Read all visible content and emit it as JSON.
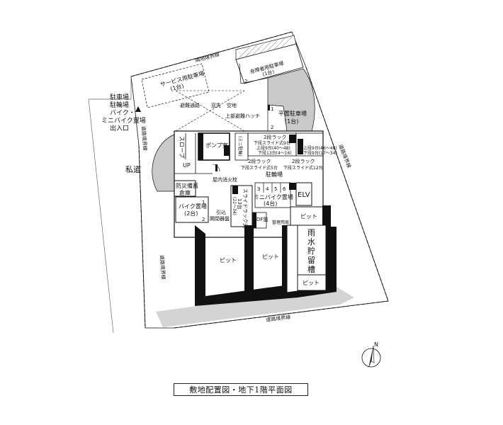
{
  "labels": {
    "north_boundary": "隣地境界線",
    "road_boundary_left": "道路境界線",
    "road_boundary_right": "道路境界線",
    "road_boundary_bottom": "道路境界線",
    "service_parking": "サービス用駐車場",
    "service_parking_count": "(1台)",
    "accessible_parking": "身障者用駐車場",
    "accessible_parking_count": "(1台)",
    "entrance_lines": [
      "駐車場",
      "駐輪場",
      "バイク・",
      "ミニバイク置場",
      "出入口"
    ],
    "private_road": "私道",
    "evacuation_path": "避難通路",
    "open_space": "空地",
    "open_space_prefix": "窓先",
    "hatch": "上部避難ハッチ",
    "flat_parking": "平置駐車場",
    "flat_parking_count": "(1台)",
    "slope": "スロープ",
    "up": "UP",
    "pump_room": "ポンプ室",
    "ladder_rack": "2段ラック",
    "lower_slide_9": "下段スライド式9台",
    "upper_range_a": "上段9台(40〜48)",
    "lower_range_a": "下段13台(4〜16)",
    "upper_range_b": "上段9台(46〜48)",
    "lower_range_b": "下段9台(17〜34)",
    "lower_slide_5": "下段スライド式5台",
    "lower_slide_12": "下段スライド式12台",
    "bicycle_parking": "駐輪場",
    "vertical_note": "(ミニ駐輪)",
    "hydrant": "屋内消火栓",
    "disaster_storage_1": "防災備蓄",
    "disaster_storage_2": "倉庫",
    "minibike_numbers": [
      "3",
      "4",
      "5",
      "6"
    ],
    "minibike_parking": "ミニバイク置場",
    "minibike_count": "(4台)",
    "elv": "ELV",
    "slide_rack_vertical": "スライドラック式",
    "slide_rack_count": "13台",
    "slide_rack_range": "(22〜34)",
    "bike_parking": "バイク置場",
    "bike_count": "(2台)",
    "bike_num_1": "1",
    "bike_num_2": "2",
    "pull_in_1": "引込",
    "pull_in_2": "開閉器盤",
    "mdf": "MDF盤",
    "management": "管理用扉",
    "pit": "ピット",
    "rain_tank": [
      "雨",
      "水",
      "貯",
      "留",
      "槽"
    ],
    "num_1": "1",
    "num_2": "2",
    "north": "N"
  },
  "caption": "敷地配置図・地下1階平面図",
  "colors": {
    "line": "#111111",
    "gray_fill": "#c9c9c9",
    "wall": "#111111"
  }
}
